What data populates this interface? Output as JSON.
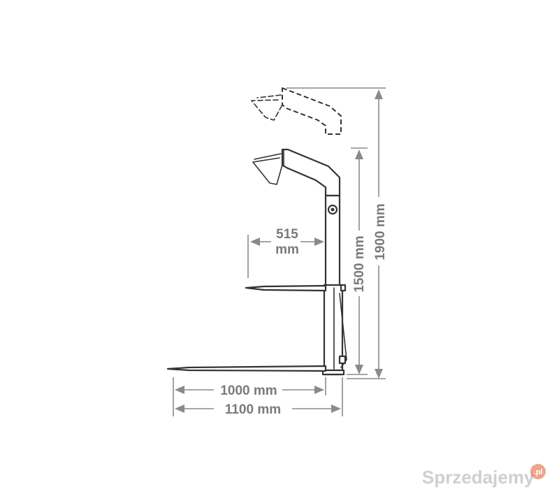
{
  "dimensions": {
    "inner_depth_value": "515",
    "inner_depth_unit": "mm",
    "height_1500": "1500 mm",
    "height_1900": "1900 mm",
    "tine_length_1000": "1000 mm",
    "tine_length_1100": "1100 mm"
  },
  "watermark": {
    "text": "Sprzedajemy",
    "suffix": ".pl"
  },
  "colors": {
    "line": "#333333",
    "dimension": "#8a8a8a",
    "watermark": "#cfcfcf",
    "watermark_dot": "#e05a2a"
  }
}
